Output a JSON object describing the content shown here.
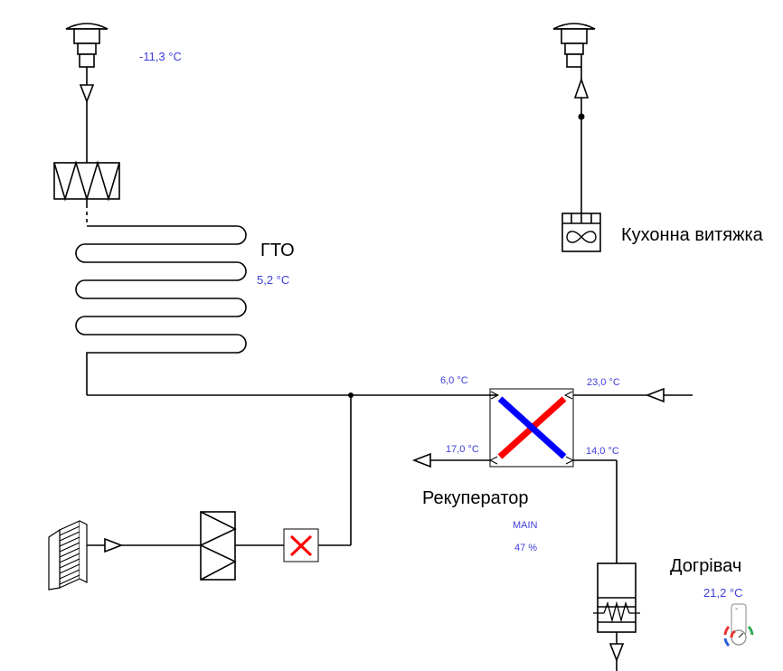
{
  "outdoor_intake": {
    "temperature": "-11,3 °C"
  },
  "gto": {
    "label": "ГТО",
    "temperature": "5,2 °C"
  },
  "kitchen_hood": {
    "label": "Кухонна витяжка"
  },
  "recuperator": {
    "label": "Рекуператор",
    "mode": "MAIN",
    "level": "47 %",
    "temp_fresh_in": "6,0 °C",
    "temp_extract_in": "23,0 °C",
    "temp_exhaust_out": "17,0 °C",
    "temp_supply_out": "14,0 °C",
    "colors": {
      "hot": "#ff0000",
      "cold": "#0000ff"
    }
  },
  "afterheater": {
    "label": "Догрівач",
    "temperature": "21,2 °C",
    "setpoint_mark": "-"
  },
  "damper": {
    "alarm_color": "#ff0000"
  },
  "colors": {
    "line": "#000000",
    "value_text": "#3d3ddb"
  }
}
